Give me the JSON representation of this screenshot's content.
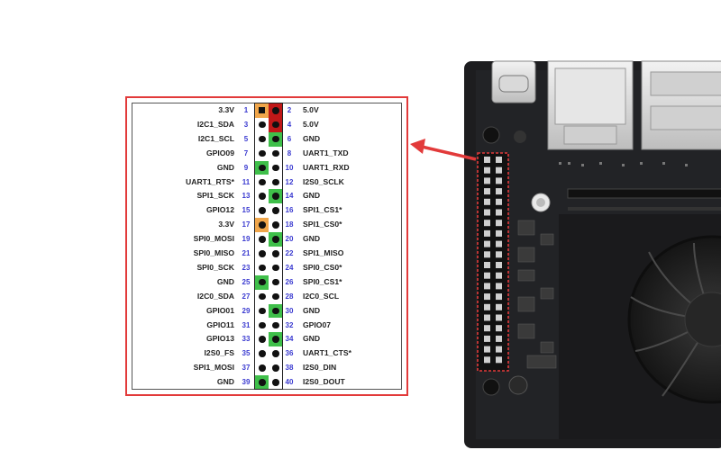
{
  "colors": {
    "power_33v": "#f0a64a",
    "power_50v": "#c01818",
    "ground": "#3fbf4a",
    "normal": "#ffffff",
    "frame": "#e23a3a",
    "pin_number": "#3a3ad0"
  },
  "pins": [
    {
      "left_label": "3.3V",
      "left_num": "1",
      "left_type": "power_33v",
      "left_square": true,
      "right_num": "2",
      "right_label": "5.0V",
      "right_type": "power_50v"
    },
    {
      "left_label": "I2C1_SDA",
      "left_num": "3",
      "left_type": "normal",
      "right_num": "4",
      "right_label": "5.0V",
      "right_type": "power_50v"
    },
    {
      "left_label": "I2C1_SCL",
      "left_num": "5",
      "left_type": "normal",
      "right_num": "6",
      "right_label": "GND",
      "right_type": "ground"
    },
    {
      "left_label": "GPIO09",
      "left_num": "7",
      "left_type": "normal",
      "right_num": "8",
      "right_label": "UART1_TXD",
      "right_type": "normal"
    },
    {
      "left_label": "GND",
      "left_num": "9",
      "left_type": "ground",
      "right_num": "10",
      "right_label": "UART1_RXD",
      "right_type": "normal"
    },
    {
      "left_label": "UART1_RTS*",
      "left_num": "11",
      "left_type": "normal",
      "right_num": "12",
      "right_label": "I2S0_SCLK",
      "right_type": "normal"
    },
    {
      "left_label": "SPI1_SCK",
      "left_num": "13",
      "left_type": "normal",
      "right_num": "14",
      "right_label": "GND",
      "right_type": "ground"
    },
    {
      "left_label": "GPIO12",
      "left_num": "15",
      "left_type": "normal",
      "right_num": "16",
      "right_label": "SPI1_CS1*",
      "right_type": "normal"
    },
    {
      "left_label": "3.3V",
      "left_num": "17",
      "left_type": "power_33v",
      "right_num": "18",
      "right_label": "SPI1_CS0*",
      "right_type": "normal"
    },
    {
      "left_label": "SPI0_MOSI",
      "left_num": "19",
      "left_type": "normal",
      "right_num": "20",
      "right_label": "GND",
      "right_type": "ground"
    },
    {
      "left_label": "SPI0_MISO",
      "left_num": "21",
      "left_type": "normal",
      "right_num": "22",
      "right_label": "SPI1_MISO",
      "right_type": "normal"
    },
    {
      "left_label": "SPI0_SCK",
      "left_num": "23",
      "left_type": "normal",
      "right_num": "24",
      "right_label": "SPI0_CS0*",
      "right_type": "normal"
    },
    {
      "left_label": "GND",
      "left_num": "25",
      "left_type": "ground",
      "right_num": "26",
      "right_label": "SPI0_CS1*",
      "right_type": "normal"
    },
    {
      "left_label": "I2C0_SDA",
      "left_num": "27",
      "left_type": "normal",
      "right_num": "28",
      "right_label": "I2C0_SCL",
      "right_type": "normal"
    },
    {
      "left_label": "GPIO01",
      "left_num": "29",
      "left_type": "normal",
      "right_num": "30",
      "right_label": "GND",
      "right_type": "ground"
    },
    {
      "left_label": "GPIO11",
      "left_num": "31",
      "left_type": "normal",
      "right_num": "32",
      "right_label": "GPIO07",
      "right_type": "normal"
    },
    {
      "left_label": "GPIO13",
      "left_num": "33",
      "left_type": "normal",
      "right_num": "34",
      "right_label": "GND",
      "right_type": "ground"
    },
    {
      "left_label": "I2S0_FS",
      "left_num": "35",
      "left_type": "normal",
      "right_num": "36",
      "right_label": "UART1_CTS*",
      "right_type": "normal"
    },
    {
      "left_label": "SPI1_MOSI",
      "left_num": "37",
      "left_type": "normal",
      "right_num": "38",
      "right_label": "I2S0_DIN",
      "right_type": "normal"
    },
    {
      "left_label": "GND",
      "left_num": "39",
      "left_type": "ground",
      "right_num": "40",
      "right_label": "I2S0_DOUT",
      "right_type": "normal"
    }
  ]
}
